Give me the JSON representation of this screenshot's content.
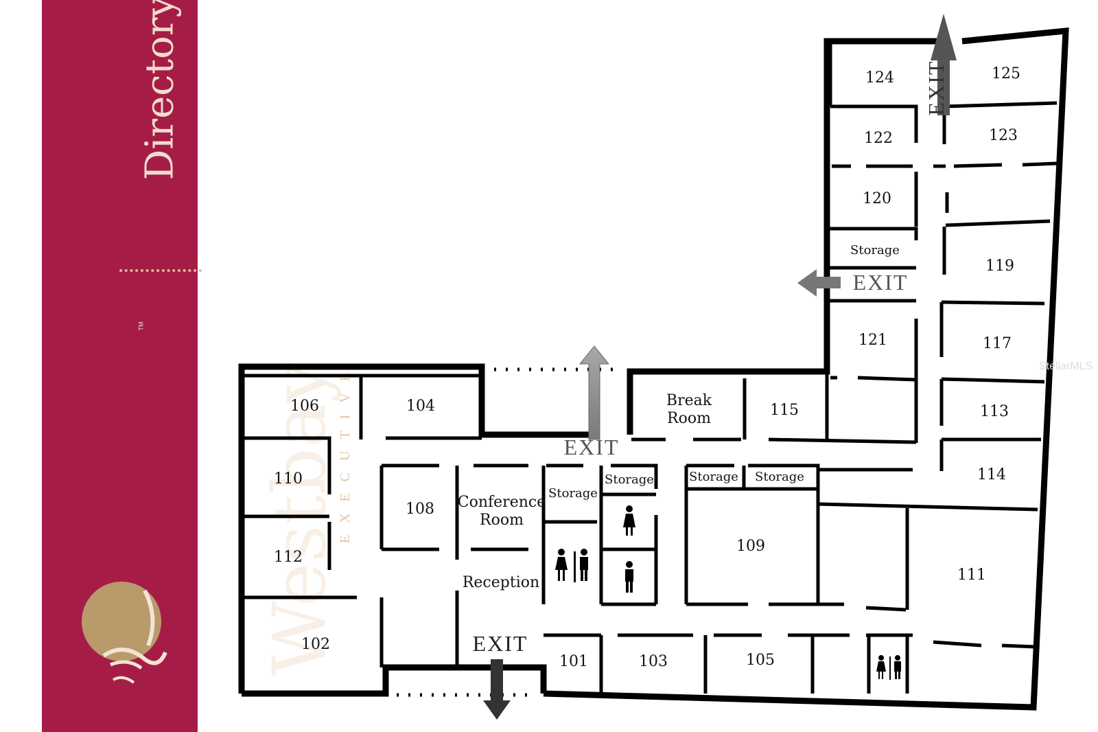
{
  "sidebar": {
    "title": "Directory",
    "brand_name": "Westbay",
    "brand_tagline": "EXECUTIVE",
    "trademark": "TM",
    "colors": {
      "band": "#a51d47",
      "logo_gold": "#b99a6b",
      "text": "#f0dccb"
    }
  },
  "floorplan": {
    "rooms": {
      "r101": "101",
      "r102": "102",
      "r103": "103",
      "r104": "104",
      "r105": "105",
      "r106": "106",
      "r108": "108",
      "r109": "109",
      "r110": "110",
      "r111": "111",
      "r112": "112",
      "r113": "113",
      "r114": "114",
      "r115": "115",
      "r117": "117",
      "r119": "119",
      "r120": "120",
      "r121": "121",
      "r122": "122",
      "r123": "123",
      "r124": "124",
      "r125": "125"
    },
    "break_room_line1": "Break",
    "break_room_line2": "Room",
    "conference_line1": "Conference",
    "conference_line2": "Room",
    "reception": "Reception",
    "storage": "Storage",
    "exit": "EXIT",
    "restroom_icons": [
      "women-restroom-icon",
      "men-restroom-icon",
      "unisex-restroom-icon"
    ],
    "arrow_color": "#8e8e8e"
  },
  "watermark": "StellarMLS"
}
